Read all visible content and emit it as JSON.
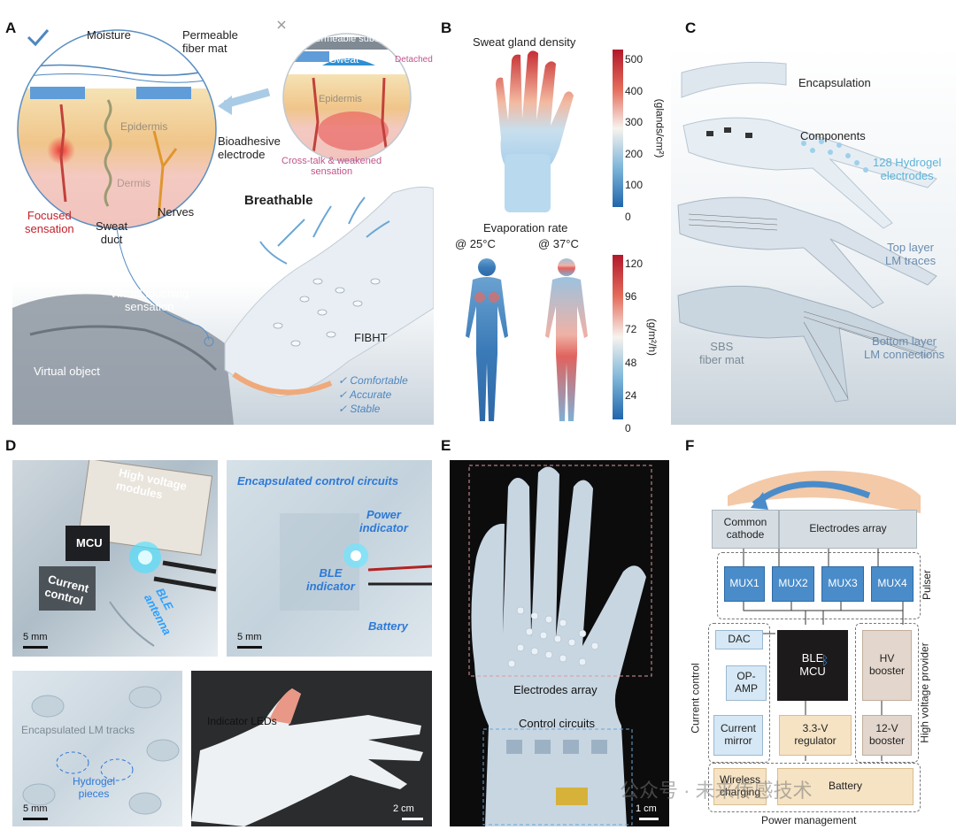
{
  "panels": {
    "a": {
      "letter": "A",
      "moisture": "Moisture",
      "permeable_fiber_mat": "Permeable\nfiber mat",
      "impermeable_substrate": "Impermeable substrate",
      "sweat": "Sweat",
      "detached": "Detached",
      "epidermis_left": "Epidermis",
      "epidermis_right": "Epidermis",
      "dermis": "Dermis",
      "bioadhesive_electrode": "Bioadhesive\nelectrode",
      "crosstalk": "Cross-talk & weakened\nsensation",
      "focused_sensation": "Focused\nsensation",
      "sweat_duct": "Sweat\nduct",
      "nerves": "Nerves",
      "breathable": "Breathable",
      "virtual_touching": "Virtual touching\nsensation",
      "virtual_object": "Virtual object",
      "fibht": "FIBHT",
      "benefits": [
        "Comfortable",
        "Accurate",
        "Stable"
      ]
    },
    "b": {
      "letter": "B",
      "gland_title": "Sweat gland density",
      "gland_unit": "(glands/cm²)",
      "gland_ticks": [
        "500",
        "400",
        "300",
        "200",
        "100",
        "0"
      ],
      "evap_title": "Evaporation rate",
      "temp_left": "@ 25°C",
      "temp_right": "@ 37°C",
      "evap_unit": "(g/m²/h)",
      "evap_ticks": [
        "120",
        "96",
        "72",
        "48",
        "24",
        "0"
      ]
    },
    "c": {
      "letter": "C",
      "encapsulation": "Encapsulation",
      "components": "Components",
      "hydrogel": "128 Hydrogel\nelectrodes",
      "top_layer": "Top layer\nLM traces",
      "sbs": "SBS\nfiber mat",
      "bottom_layer": "Bottom layer\nLM connections"
    },
    "d": {
      "letter": "D",
      "high_voltage": "High voltage\nmodules",
      "mcu": "MCU",
      "current_control": "Current\ncontrol",
      "ble_antenna": "BLE\nantenna",
      "scale1": "5 mm",
      "encapsulated_title": "Encapsulated control circuits",
      "power_indicator": "Power\nindicator",
      "ble_indicator": "BLE\nindicator",
      "battery": "Battery",
      "scale2": "5 mm",
      "encapsulated_lm": "Encapsulated LM tracks",
      "hydrogel_pieces": "Hydrogel\npieces",
      "scale3": "5 mm",
      "indicator_leds": "Indicator LEDs",
      "scale4": "2 cm"
    },
    "e": {
      "letter": "E",
      "electrodes_array": "Electrodes array",
      "control_circuits": "Control circuits",
      "scale": "1 cm"
    },
    "f": {
      "letter": "F",
      "common_cathode": "Common\ncathode",
      "electrodes_array": "Electrodes array",
      "mux": [
        "MUX1",
        "MUX2",
        "MUX3",
        "MUX4"
      ],
      "pulser": "Pulser",
      "dac": "DAC",
      "op_amp": "OP-\nAMP",
      "ble_mcu": "BLE\nMCU",
      "hv_booster": "HV\nbooster",
      "current_mirror": "Current\nmirror",
      "regulator": "3.3-V\nregulator",
      "booster12": "12-V\nbooster",
      "current_control": "Current control",
      "high_voltage_provider": "High voltage provider",
      "wireless_charging": "Wireless\ncharging",
      "battery": "Battery",
      "power_management": "Power management"
    },
    "watermark": "公众号 · 未来传感技术"
  }
}
